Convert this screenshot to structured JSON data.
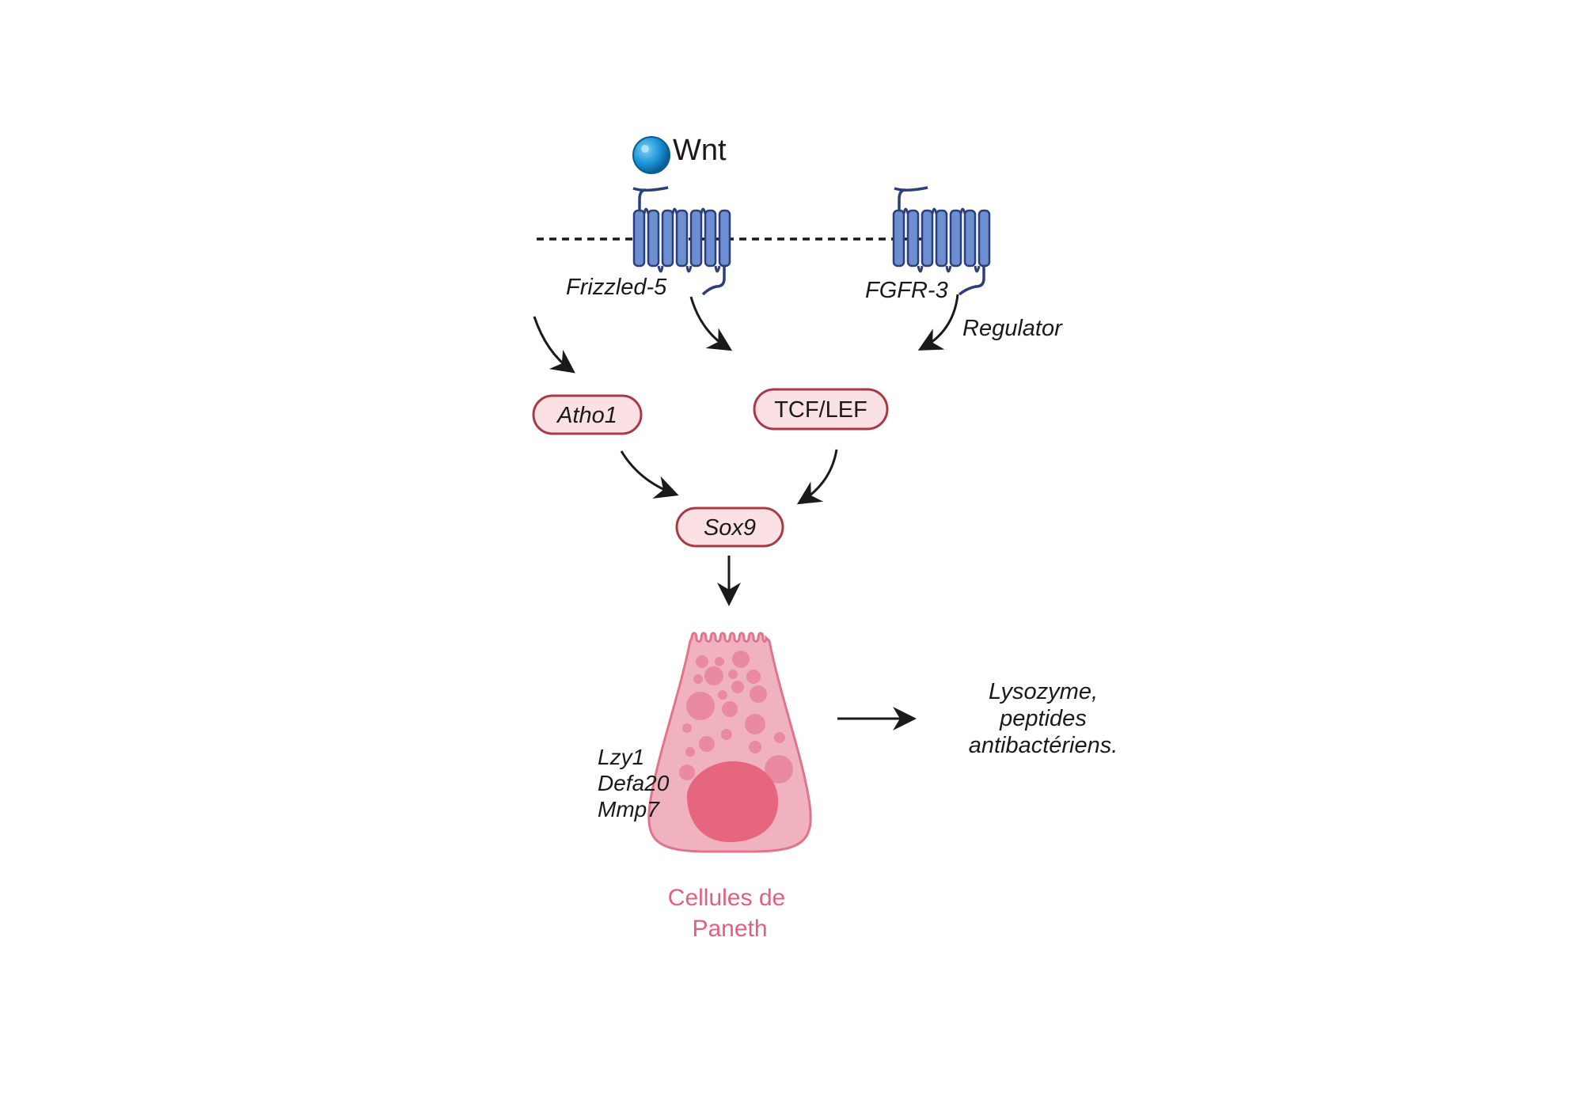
{
  "ligand": {
    "label": "Wnt"
  },
  "receptors": [
    {
      "label": "Frizzled-5"
    },
    {
      "label": "FGFR-3"
    }
  ],
  "regulator_label": "Regulator",
  "nodes": {
    "atho1": "Atho1",
    "tcf_lef": "TCF/LEF",
    "sox9": "Sox9"
  },
  "cell": {
    "genes": [
      "Lzy1",
      "Defa20",
      "Mmp7"
    ],
    "name_line1": "Cellules de",
    "name_line2": "Paneth"
  },
  "output": {
    "line1": "Lysozyme,",
    "line2": "peptides",
    "line3": "antibactériens."
  },
  "colors": {
    "receptor_fill": "#6d8fcf",
    "receptor_stroke": "#2c3f7a",
    "node_fill": "#fbe1e3",
    "node_stroke": "#a83a46",
    "cell_fill": "#f1b2bf",
    "cell_stroke": "#e0748a",
    "nucleus": "#e5667e",
    "granule": "#e98aa0",
    "wnt": "#1b95d6",
    "cell_label": "#e0607e"
  }
}
